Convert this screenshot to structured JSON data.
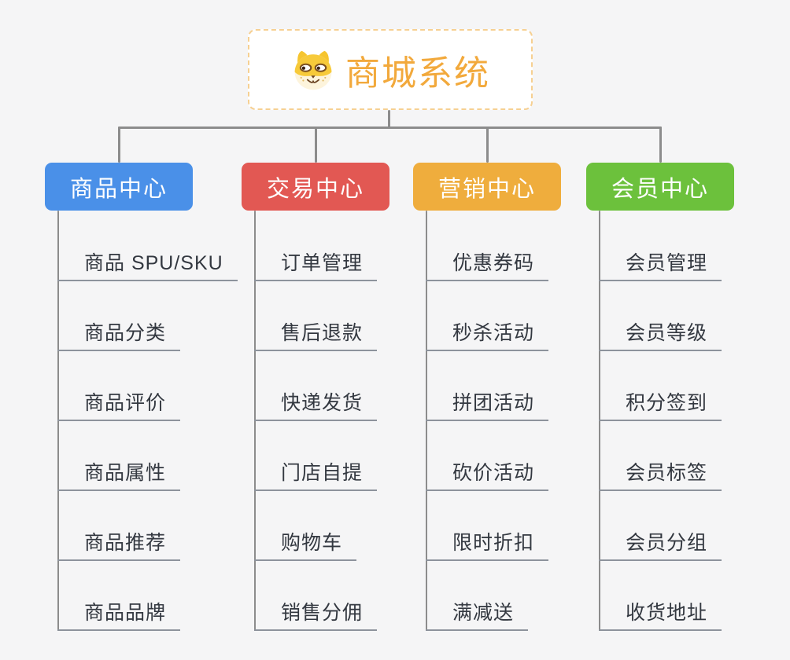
{
  "canvas": {
    "background": "#f5f5f6",
    "connector_color": "#8c8c8c",
    "underline_color": "#8d939c",
    "item_text_color": "#333840"
  },
  "root": {
    "title": "商城系统",
    "icon": "dog-face-icon",
    "text_color": "#f2a93c",
    "border_color": "#f6d092",
    "background": "#ffffff"
  },
  "branches": [
    {
      "label": "商品中心",
      "color": "#4a90e8",
      "items": [
        "商品 SPU/SKU",
        "商品分类",
        "商品评价",
        "商品属性",
        "商品推荐",
        "商品品牌"
      ]
    },
    {
      "label": "交易中心",
      "color": "#e25853",
      "items": [
        "订单管理",
        "售后退款",
        "快递发货",
        "门店自提",
        "购物车",
        "销售分佣"
      ]
    },
    {
      "label": "营销中心",
      "color": "#efad3d",
      "items": [
        "优惠券码",
        "秒杀活动",
        "拼团活动",
        "砍价活动",
        "限时折扣",
        "满减送"
      ]
    },
    {
      "label": "会员中心",
      "color": "#6cc13c",
      "items": [
        "会员管理",
        "会员等级",
        "积分签到",
        "会员标签",
        "会员分组",
        "收货地址"
      ]
    }
  ]
}
